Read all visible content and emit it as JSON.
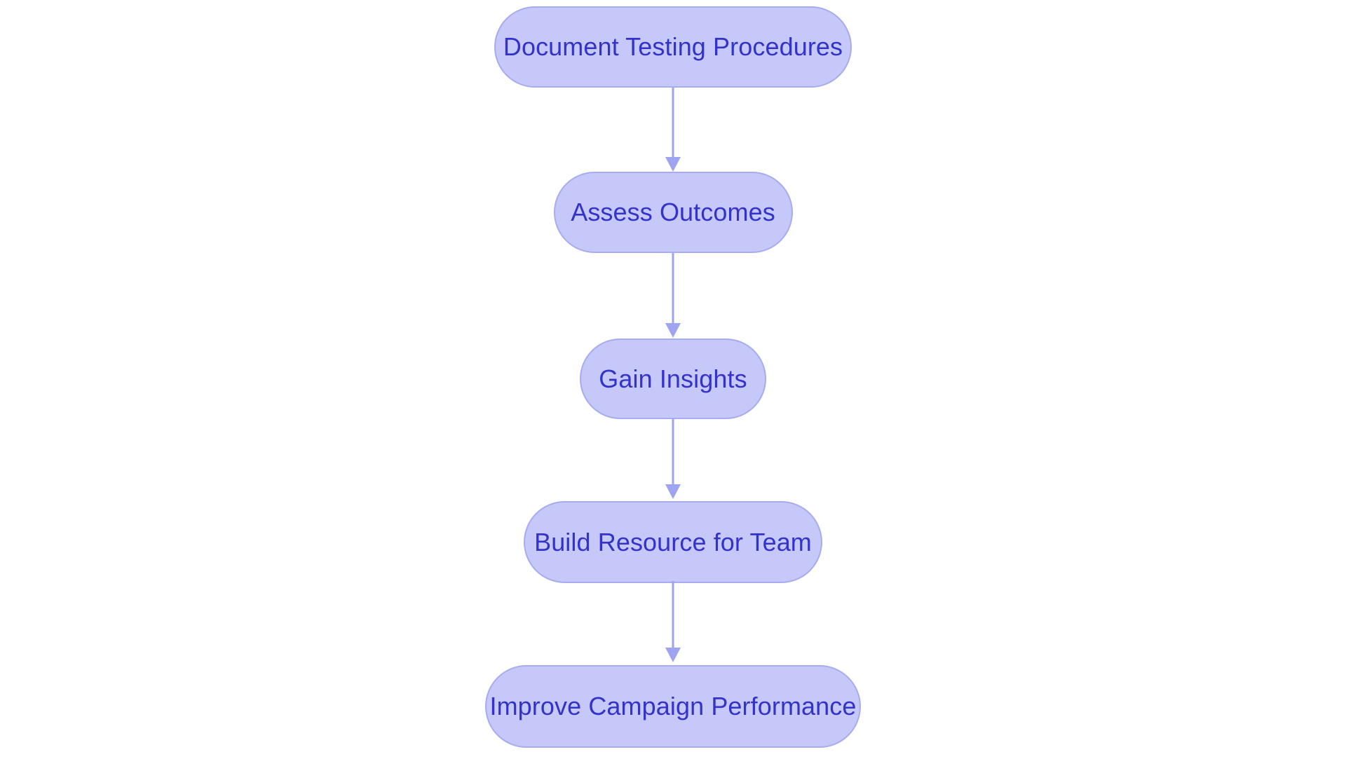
{
  "diagram": {
    "type": "flowchart",
    "orientation": "vertical-top-to-bottom",
    "background_color": "#ffffff",
    "node_fill_color": "#c5c8f8",
    "node_border_color": "#a7abf0",
    "node_text_color": "#3333cc",
    "connector_color": "#9fa4f0",
    "node_shape": "stadium",
    "nodes": [
      {
        "id": "n0",
        "label": "Document Testing Procedures"
      },
      {
        "id": "n1",
        "label": "Assess Outcomes"
      },
      {
        "id": "n2",
        "label": "Gain Insights"
      },
      {
        "id": "n3",
        "label": "Build Resource for Team"
      },
      {
        "id": "n4",
        "label": "Improve Campaign Performance"
      }
    ],
    "edges": [
      {
        "from": "n0",
        "to": "n1",
        "arrow": "arrow-down-icon",
        "label": ""
      },
      {
        "from": "n1",
        "to": "n2",
        "arrow": "arrow-down-icon",
        "label": ""
      },
      {
        "from": "n2",
        "to": "n3",
        "arrow": "arrow-down-icon",
        "label": ""
      },
      {
        "from": "n3",
        "to": "n4",
        "arrow": "arrow-down-icon",
        "label": ""
      }
    ]
  }
}
